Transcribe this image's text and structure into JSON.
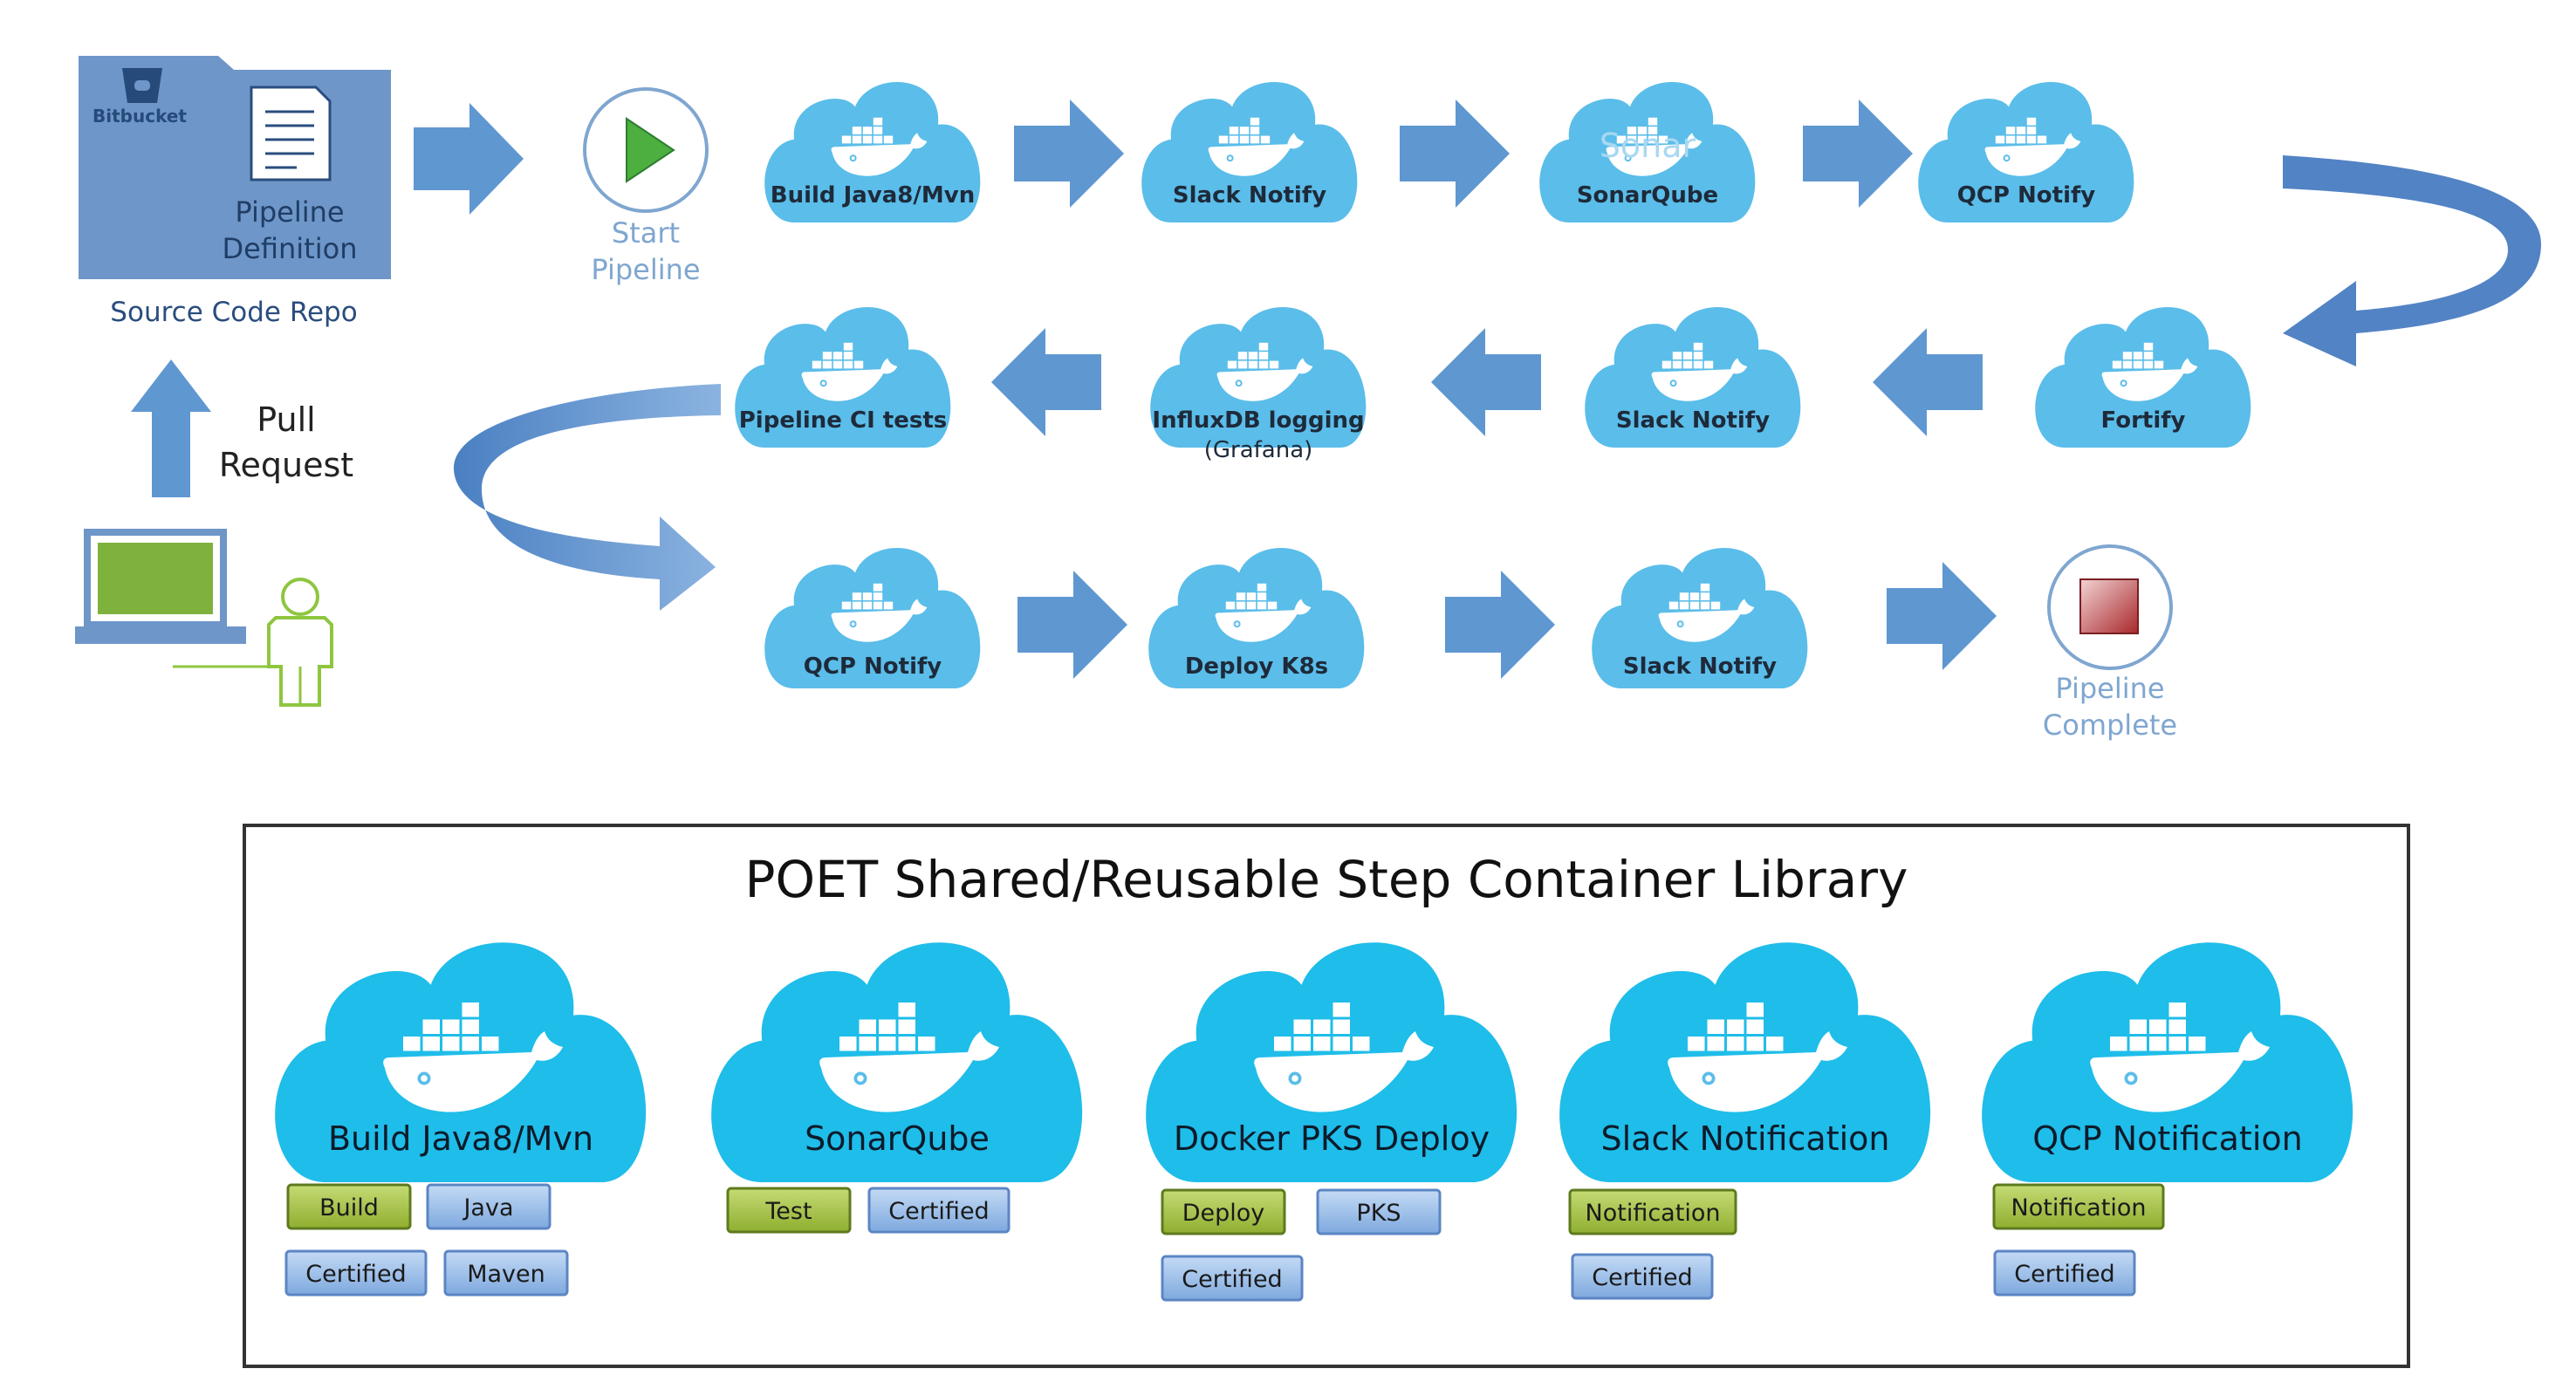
{
  "source_repo": {
    "bitbucket_label": "Bitbucket",
    "doc_line1": "Pipeline",
    "doc_line2": "Definition",
    "caption": "Source Code Repo"
  },
  "pull_request": {
    "line1": "Pull",
    "line2": "Request"
  },
  "start": {
    "line1": "Start",
    "line2": "Pipeline"
  },
  "complete": {
    "line1": "Pipeline",
    "line2": "Complete"
  },
  "pipeline": {
    "row1": [
      {
        "label": "Build Java8/Mvn"
      },
      {
        "label": "Slack Notify"
      },
      {
        "label": "SonarQube",
        "overlay": "Sonar"
      },
      {
        "label": "QCP Notify"
      }
    ],
    "row2": [
      {
        "label": "Pipeline CI tests"
      },
      {
        "label": "InfluxDB logging",
        "label2": "(Grafana)"
      },
      {
        "label": "Slack Notify"
      },
      {
        "label": "Fortify"
      }
    ],
    "row3": [
      {
        "label": "QCP Notify"
      },
      {
        "label": "Deploy K8s"
      },
      {
        "label": "Slack Notify"
      }
    ]
  },
  "library": {
    "title": "POET Shared/Reusable Step Container Library",
    "items": [
      {
        "label": "Build Java8/Mvn",
        "tags": [
          {
            "text": "Build",
            "kind": "green"
          },
          {
            "text": "Java",
            "kind": "blue"
          },
          {
            "text": "Certified",
            "kind": "blue"
          },
          {
            "text": "Maven",
            "kind": "blue"
          }
        ]
      },
      {
        "label": "SonarQube",
        "tags": [
          {
            "text": "Test",
            "kind": "green"
          },
          {
            "text": "Certified",
            "kind": "blue"
          }
        ]
      },
      {
        "label": "Docker PKS Deploy",
        "tags": [
          {
            "text": "Deploy",
            "kind": "green"
          },
          {
            "text": "PKS",
            "kind": "blue"
          },
          {
            "text": "Certified",
            "kind": "blue"
          }
        ]
      },
      {
        "label": "Slack Notification",
        "tags": [
          {
            "text": "Notification",
            "kind": "green"
          },
          {
            "text": "Certified",
            "kind": "blue"
          }
        ]
      },
      {
        "label": "QCP Notification",
        "tags": [
          {
            "text": "Notification",
            "kind": "green"
          },
          {
            "text": "Certified",
            "kind": "blue"
          }
        ]
      }
    ]
  },
  "colors": {
    "cloud_small": "#5bbde9",
    "cloud_large": "#1fbde9",
    "arrow": "#5f97d1",
    "arrow_dark": "#3f73b6",
    "repo_folder": "#6e96c8",
    "caption_text": "#2a4d7e",
    "light_text": "#7fa6d0",
    "tag_green": "#a7c34c",
    "tag_blue": "#9cc0ea",
    "screen_green": "#7fb23d",
    "person_green": "#8ec63f"
  }
}
